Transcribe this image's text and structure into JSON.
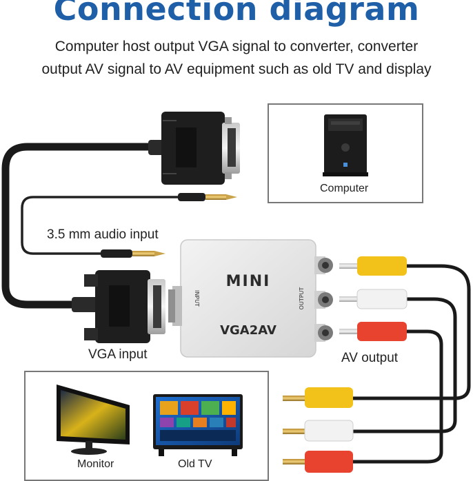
{
  "header": {
    "title": "Connection diagram",
    "subtitle_line1": "Computer host output VGA signal to converter, converter",
    "subtitle_line2": "output AV signal to AV equipment such as old TV and display"
  },
  "labels": {
    "audio_input": "3.5 mm audio input",
    "vga_input": "VGA input",
    "av_output": "AV output"
  },
  "devices": {
    "computer": "Computer",
    "monitor": "Monitor",
    "old_tv": "Old TV"
  },
  "converter": {
    "brand": "MINI",
    "model": "VGA2AV",
    "port_left": "INPUT",
    "port_right": "OUTPUT"
  },
  "colors": {
    "title": "#1f5fa8",
    "rca_yellow": "#f2c21a",
    "rca_white": "#f2f2f2",
    "rca_red": "#e8432e",
    "cable": "#1a1a1a",
    "converter_body": "#e9e9e9"
  }
}
